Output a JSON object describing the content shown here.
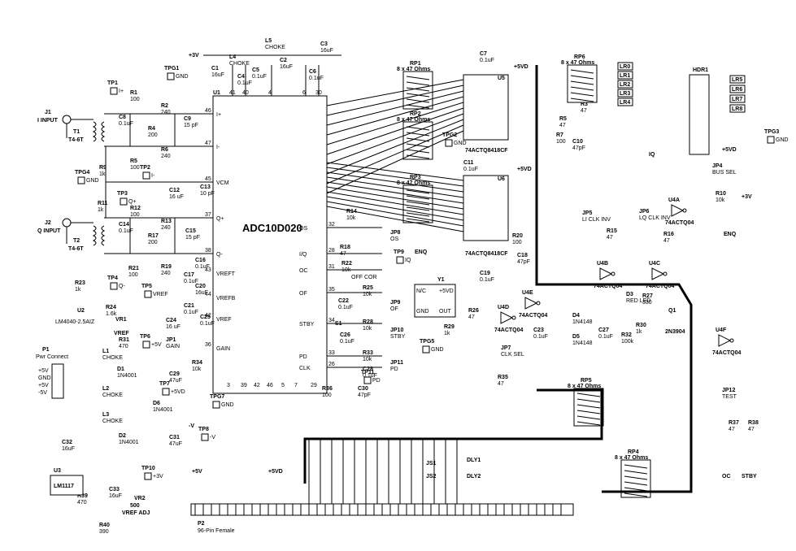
{
  "main_ic": {
    "name": "ADC10D020",
    "ref": "U1",
    "top_pins": [
      "41",
      "40",
      "4",
      "6",
      "30"
    ],
    "left_pins": [
      {
        "num": "46",
        "name": "I+"
      },
      {
        "num": "47",
        "name": "I-"
      },
      {
        "num": "45",
        "name": "VCM"
      },
      {
        "num": "37",
        "name": "Q+"
      },
      {
        "num": "38",
        "name": "Q-"
      },
      {
        "num": "43",
        "name": "VREFT"
      },
      {
        "num": "44",
        "name": "VREFB"
      },
      {
        "num": "42",
        "name": "VREF"
      },
      {
        "num": "36",
        "name": "GAIN"
      }
    ],
    "right_pins": [
      {
        "num": "32",
        "name": "OS"
      },
      {
        "num": "28",
        "name": "I/Q"
      },
      {
        "num": "31",
        "name": "OC"
      },
      {
        "num": "35",
        "name": "OF"
      },
      {
        "num": "34",
        "name": "STBY"
      },
      {
        "num": "33",
        "name": "PD"
      },
      {
        "num": "26",
        "name": "CLK"
      }
    ],
    "bottom_pins": [
      "3",
      "39",
      "42",
      "46",
      "5",
      "7",
      "29"
    ]
  },
  "inputs": [
    {
      "ref": "J1",
      "label": "I INPUT"
    },
    {
      "ref": "J2",
      "label": "Q INPUT"
    }
  ],
  "transformers": [
    {
      "ref": "T1",
      "value": "T4-6T"
    },
    {
      "ref": "T2",
      "value": "T4-6T"
    }
  ],
  "test_points": [
    {
      "ref": "TP1",
      "label": "I+"
    },
    {
      "ref": "TP2",
      "label": "I-"
    },
    {
      "ref": "TP3",
      "label": "Q+"
    },
    {
      "ref": "TP4",
      "label": "Q-"
    },
    {
      "ref": "TP5",
      "label": "VREF"
    },
    {
      "ref": "TP6",
      "label": "+5V"
    },
    {
      "ref": "TP7",
      "label": "+5VD"
    },
    {
      "ref": "TP8",
      "label": "-V"
    },
    {
      "ref": "TP9",
      "label": "IQ"
    },
    {
      "ref": "TP10",
      "label": "+3V"
    },
    {
      "ref": "TP11",
      "label": "PD"
    },
    {
      "ref": "TPG1",
      "label": "GND"
    },
    {
      "ref": "TPG2",
      "label": "GND"
    },
    {
      "ref": "TPG3",
      "label": "GND"
    },
    {
      "ref": "TPG4",
      "label": "GND"
    },
    {
      "ref": "TPG5",
      "label": "GND"
    },
    {
      "ref": "TPG7",
      "label": "GND"
    }
  ],
  "resistors": [
    {
      "ref": "R1",
      "value": "100"
    },
    {
      "ref": "R2",
      "value": "240"
    },
    {
      "ref": "R4",
      "value": "200"
    },
    {
      "ref": "R5",
      "value": "100"
    },
    {
      "ref": "R6",
      "value": "240"
    },
    {
      "ref": "R9",
      "value": "1k"
    },
    {
      "ref": "R11",
      "value": "1k"
    },
    {
      "ref": "R12",
      "value": "100"
    },
    {
      "ref": "R13",
      "value": "240"
    },
    {
      "ref": "R17",
      "value": "200"
    },
    {
      "ref": "R19",
      "value": "240"
    },
    {
      "ref": "R21",
      "value": "100"
    },
    {
      "ref": "R23",
      "value": "1k"
    },
    {
      "ref": "R24",
      "value": "1.6k"
    },
    {
      "ref": "R31",
      "value": "470"
    },
    {
      "ref": "R34",
      "value": "10k"
    },
    {
      "ref": "R14",
      "value": "10k"
    },
    {
      "ref": "R18",
      "value": "47"
    },
    {
      "ref": "R22",
      "value": "10k"
    },
    {
      "ref": "R25",
      "value": "10k"
    },
    {
      "ref": "R28",
      "value": "10k"
    },
    {
      "ref": "R33",
      "value": "10k"
    },
    {
      "ref": "R36",
      "value": "100"
    },
    {
      "ref": "R3",
      "value": "47"
    },
    {
      "ref": "R5",
      "value": "47"
    },
    {
      "ref": "R7",
      "value": "100"
    },
    {
      "ref": "R10",
      "value": "10k"
    },
    {
      "ref": "R15",
      "value": "47"
    },
    {
      "ref": "R16",
      "value": "47"
    },
    {
      "ref": "R20",
      "value": "100"
    },
    {
      "ref": "R26",
      "value": "47"
    },
    {
      "ref": "R27",
      "value": "330"
    },
    {
      "ref": "R29",
      "value": "1k"
    },
    {
      "ref": "R30",
      "value": "1k"
    },
    {
      "ref": "R32",
      "value": "100k"
    },
    {
      "ref": "R35",
      "value": "47"
    },
    {
      "ref": "R37",
      "value": "47"
    },
    {
      "ref": "R38",
      "value": "47"
    },
    {
      "ref": "R39",
      "value": "470"
    },
    {
      "ref": "R40",
      "value": "390"
    }
  ],
  "capacitors": [
    {
      "ref": "C1",
      "value": "16uF"
    },
    {
      "ref": "C2",
      "value": "16uF"
    },
    {
      "ref": "C3",
      "value": "16uF"
    },
    {
      "ref": "C4",
      "value": "0.1uF"
    },
    {
      "ref": "C5",
      "value": "0.1uF"
    },
    {
      "ref": "C6",
      "value": "0.1uF"
    },
    {
      "ref": "C8",
      "value": "0.1uF"
    },
    {
      "ref": "C9",
      "value": "15 pF"
    },
    {
      "ref": "C12",
      "value": "16 uF"
    },
    {
      "ref": "C13",
      "value": "10 pF"
    },
    {
      "ref": "C14",
      "value": "0.1uF"
    },
    {
      "ref": "C15",
      "value": "15 pF"
    },
    {
      "ref": "C16",
      "value": "0.1uF"
    },
    {
      "ref": "C17",
      "value": "0.1uF"
    },
    {
      "ref": "C20",
      "value": "16uF"
    },
    {
      "ref": "C21",
      "value": "0.1uF"
    },
    {
      "ref": "C24",
      "value": "16 uF"
    },
    {
      "ref": "C25",
      "value": "0.1uF"
    },
    {
      "ref": "C29",
      "value": "47uF"
    },
    {
      "ref": "C31",
      "value": "47uF"
    },
    {
      "ref": "C32",
      "value": "16uF"
    },
    {
      "ref": "C33",
      "value": "16uF"
    },
    {
      "ref": "C7",
      "value": "0.1uF"
    },
    {
      "ref": "C10",
      "value": "47pF"
    },
    {
      "ref": "C11",
      "value": "0.1uF"
    },
    {
      "ref": "C18",
      "value": "47pF"
    },
    {
      "ref": "C19",
      "value": "0.1uF"
    },
    {
      "ref": "C22",
      "value": "0.1uF"
    },
    {
      "ref": "C23",
      "value": "0.1uF"
    },
    {
      "ref": "C26",
      "value": "0.1uF"
    },
    {
      "ref": "C27",
      "value": "0.1uF"
    },
    {
      "ref": "C28",
      "value": "0.1uF"
    },
    {
      "ref": "C30",
      "value": "47pF"
    }
  ],
  "inductors": [
    {
      "ref": "L1",
      "value": "CHOKE"
    },
    {
      "ref": "L2",
      "value": "CHOKE"
    },
    {
      "ref": "L3",
      "value": "CHOKE"
    },
    {
      "ref": "L4",
      "value": "CHOKE"
    },
    {
      "ref": "L5",
      "value": "CHOKE"
    }
  ],
  "diodes": [
    {
      "ref": "D1",
      "value": "1N4001"
    },
    {
      "ref": "D2",
      "value": "1N4001"
    },
    {
      "ref": "D6",
      "value": "1N4001"
    },
    {
      "ref": "D4",
      "value": "1N4148"
    },
    {
      "ref": "D5",
      "value": "1N4148"
    },
    {
      "ref": "D3",
      "value": "RED LED"
    }
  ],
  "resistor_packs": [
    {
      "ref": "RP1",
      "value": "8 x 47 Ohms"
    },
    {
      "ref": "RP2",
      "value": "8 x 47 Ohms"
    },
    {
      "ref": "RP3",
      "value": "8 x 47 Ohms"
    },
    {
      "ref": "RP4",
      "value": "8 x 47 Ohms"
    },
    {
      "ref": "RP5",
      "value": "8 x 47 Ohms"
    },
    {
      "ref": "RP6",
      "value": "8 x 47 Ohms"
    }
  ],
  "latches": [
    {
      "ref": "U5",
      "part": "74ACTQ8418CF"
    },
    {
      "ref": "U6",
      "part": "74ACTQ8418CF"
    }
  ],
  "inverters": [
    {
      "ref": "U4A",
      "part": "74ACTQ04"
    },
    {
      "ref": "U4B",
      "part": "74ACTQ04"
    },
    {
      "ref": "U4C",
      "part": "74ACTQ04"
    },
    {
      "ref": "U4D",
      "part": "74ACTQ04"
    },
    {
      "ref": "U4E",
      "part": "74ACTQ04"
    },
    {
      "ref": "U4F",
      "part": "74ACTQ04"
    }
  ],
  "regulators": [
    {
      "ref": "U2",
      "part": "LM4040-2.5AIZ"
    },
    {
      "ref": "U3",
      "part": "LM1117"
    },
    {
      "ref": "VR1",
      "label": "VREF"
    },
    {
      "ref": "VR2",
      "value": "500",
      "label": "VREF ADJ"
    }
  ],
  "oscillator": {
    "ref": "Y1",
    "pins": [
      "N/C",
      "+5VD",
      "GND",
      "OUT"
    ]
  },
  "transistor": {
    "ref": "Q1",
    "part": "2N3904"
  },
  "jumpers": [
    {
      "ref": "JP1",
      "label": "GAIN"
    },
    {
      "ref": "JP4",
      "label": "BUS SEL"
    },
    {
      "ref": "JP5",
      "label": "LI CLK INV"
    },
    {
      "ref": "JP6",
      "label": "LQ CLK INV"
    },
    {
      "ref": "JP7",
      "label": "CLK SEL"
    },
    {
      "ref": "JP8",
      "label": "OS"
    },
    {
      "ref": "JP9",
      "label": "OF"
    },
    {
      "ref": "JP10",
      "label": "STBY"
    },
    {
      "ref": "JP11",
      "label": "PD"
    },
    {
      "ref": "JP12",
      "label": "TEST"
    }
  ],
  "switch": {
    "ref": "S1",
    "off": "OFF",
    "cor": "COR"
  },
  "power_connector": {
    "ref": "P1",
    "label": "Pwr Connect",
    "pins": [
      "+5V",
      "GND",
      "+5V",
      "-5V"
    ]
  },
  "bus_connector": {
    "ref": "P2",
    "label": "96-Pin Female"
  },
  "header": {
    "ref": "HDR1",
    "signals": [
      "LR0",
      "LR1",
      "LR2",
      "LR3",
      "LR4",
      "LR5",
      "LR6",
      "LR7",
      "LR8"
    ]
  },
  "misc_labels": {
    "enq": "ENQ",
    "iq": "IQ",
    "js1": "JS1",
    "js2": "JS2",
    "dly1": "DLY1",
    "dly2": "DLY2",
    "oc": "OC",
    "stby": "STBY",
    "rails": {
      "p3v": "+3V",
      "p5v": "+5V",
      "p5vd": "+5VD",
      "mv": "-V"
    }
  }
}
